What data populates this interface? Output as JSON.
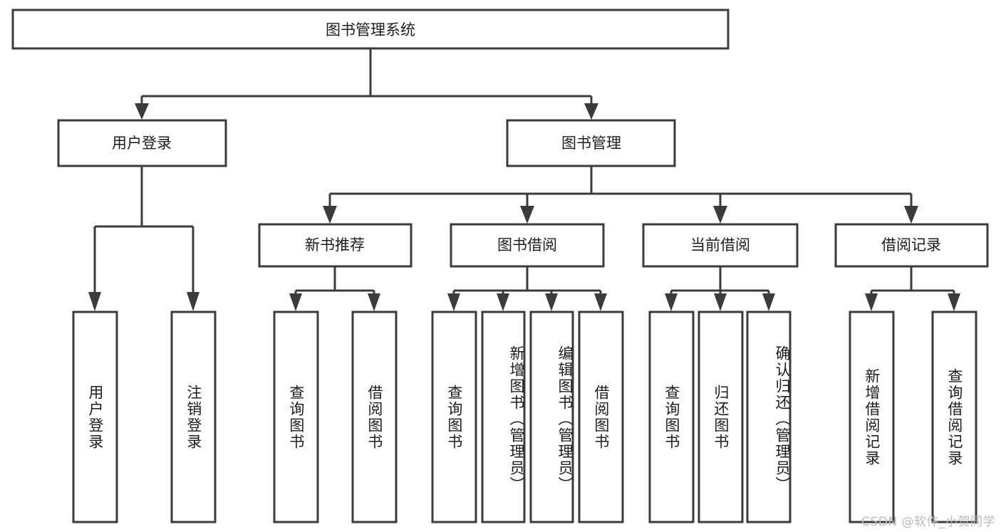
{
  "diagram": {
    "type": "tree",
    "title": "图书管理系统",
    "root": {
      "label": "图书管理系统"
    },
    "level1": [
      {
        "label": "用户登录"
      },
      {
        "label": "图书管理"
      }
    ],
    "level2": [
      {
        "label": "新书推荐",
        "parent": "图书管理"
      },
      {
        "label": "图书借阅",
        "parent": "图书管理"
      },
      {
        "label": "当前借阅",
        "parent": "图书管理"
      },
      {
        "label": "借阅记录",
        "parent": "图书管理"
      }
    ],
    "leaves": {
      "用户登录": [
        "用户登录",
        "注销登录"
      ],
      "新书推荐": [
        "查询图书",
        "借阅图书"
      ],
      "图书借阅": [
        "查询图书",
        "新增图书（管理员）",
        "编辑图书（管理员）",
        "借阅图书"
      ],
      "当前借阅": [
        "查询图书",
        "归还图书",
        "确认归还（管理员）"
      ],
      "借阅记录": [
        "新增借阅记录",
        "查询借阅记录"
      ]
    }
  },
  "colors": {
    "box_stroke": "#3b3b3b",
    "box_fill": "#ffffff",
    "text": "#1c1c1c",
    "watermark": "#b9b9b9",
    "background": "#ffffff"
  },
  "watermark": {
    "text": "CSDN @软件_小贺同学"
  }
}
